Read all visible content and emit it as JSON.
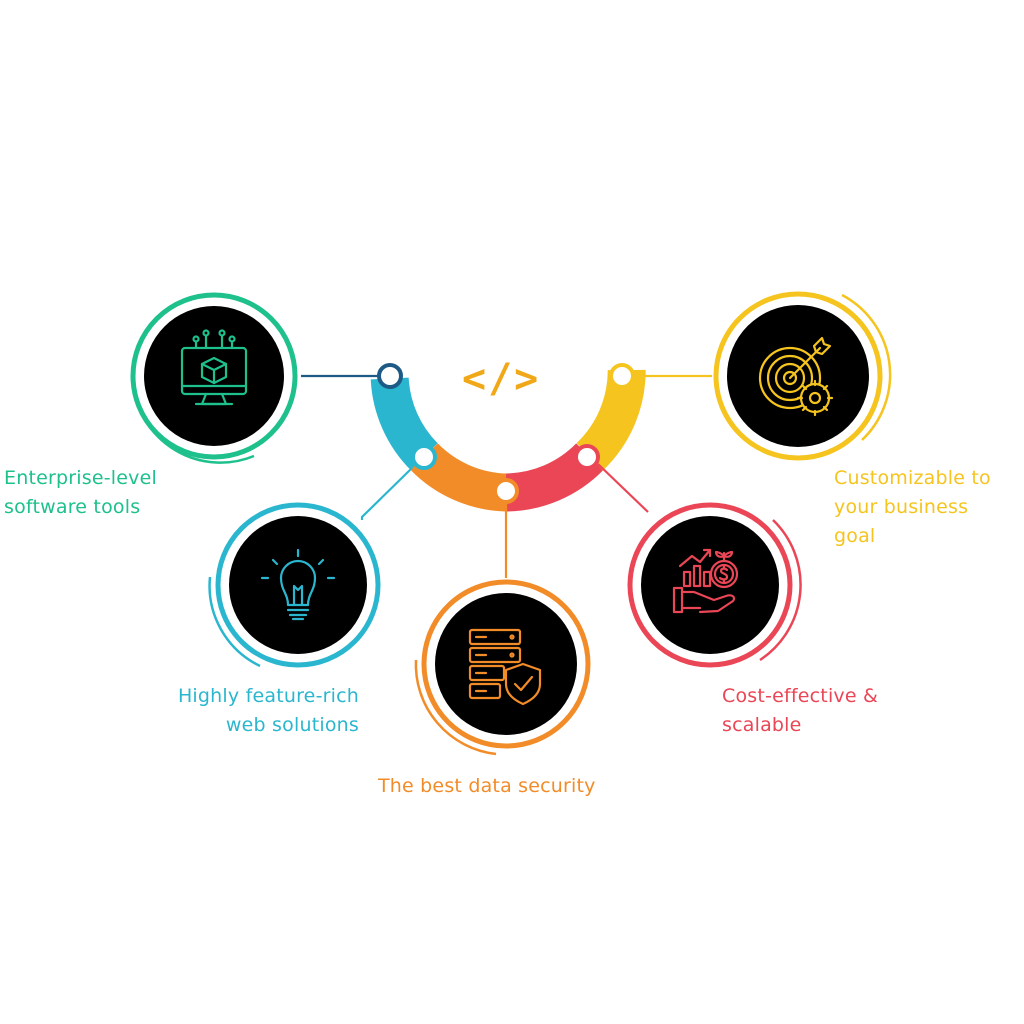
{
  "center": {
    "icon": "code-brackets-icon",
    "glyph": "</>"
  },
  "colors": {
    "green": "#1ec08c",
    "cyan": "#2bb6cf",
    "orange": "#f28c28",
    "red": "#ea4656",
    "yellow": "#f5c41e",
    "navy": "#1e5a86",
    "icon_bg": "#000000"
  },
  "items": [
    {
      "id": "enterprise",
      "icon": "monitor-cube-icon",
      "lines": [
        "Enterprise-level",
        "software tools"
      ]
    },
    {
      "id": "highly",
      "icon": "lightbulb-icon",
      "lines": [
        "Highly feature-rich",
        "web solutions"
      ]
    },
    {
      "id": "security",
      "icon": "server-shield-icon",
      "lines": [
        "The best data security"
      ]
    },
    {
      "id": "cost",
      "icon": "money-growth-hand-icon",
      "lines": [
        "Cost-effective &",
        "scalable"
      ]
    },
    {
      "id": "customizable",
      "icon": "target-gear-icon",
      "lines": [
        "Customizable to",
        "your business",
        "goal"
      ]
    }
  ]
}
